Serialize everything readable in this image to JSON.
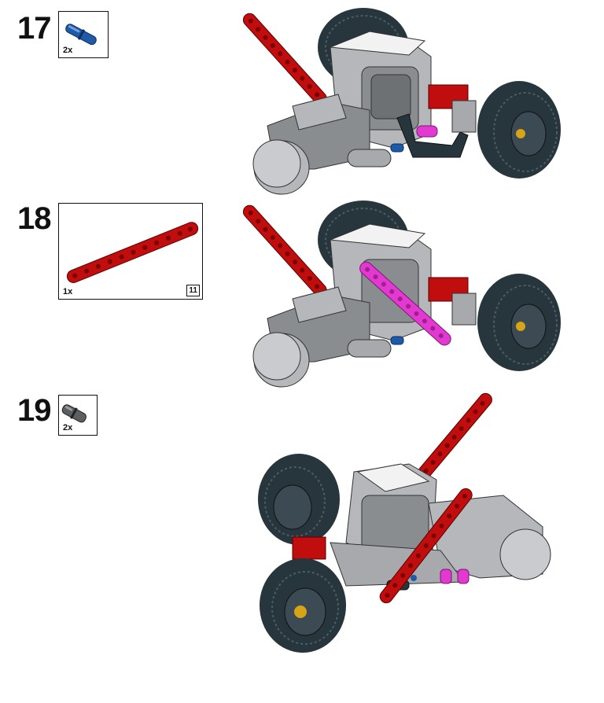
{
  "steps": [
    {
      "number": "17",
      "parts": [
        {
          "quantity": "2x",
          "part": "blue-axle-pin"
        }
      ]
    },
    {
      "number": "18",
      "parts": [
        {
          "quantity": "1x",
          "part": "red-beam-11",
          "length": "11"
        }
      ]
    },
    {
      "number": "19",
      "parts": [
        {
          "quantity": "2x",
          "part": "dark-gray-connector-pin"
        }
      ]
    }
  ],
  "colors": {
    "red": "#c00d0d",
    "magenta": "#e23ad0",
    "blue": "#1e5aa8",
    "light_gray": "#a7a9ac",
    "dark_gray": "#5c5f62",
    "white_body": "#f2f2f2",
    "tire": "#27353d"
  }
}
